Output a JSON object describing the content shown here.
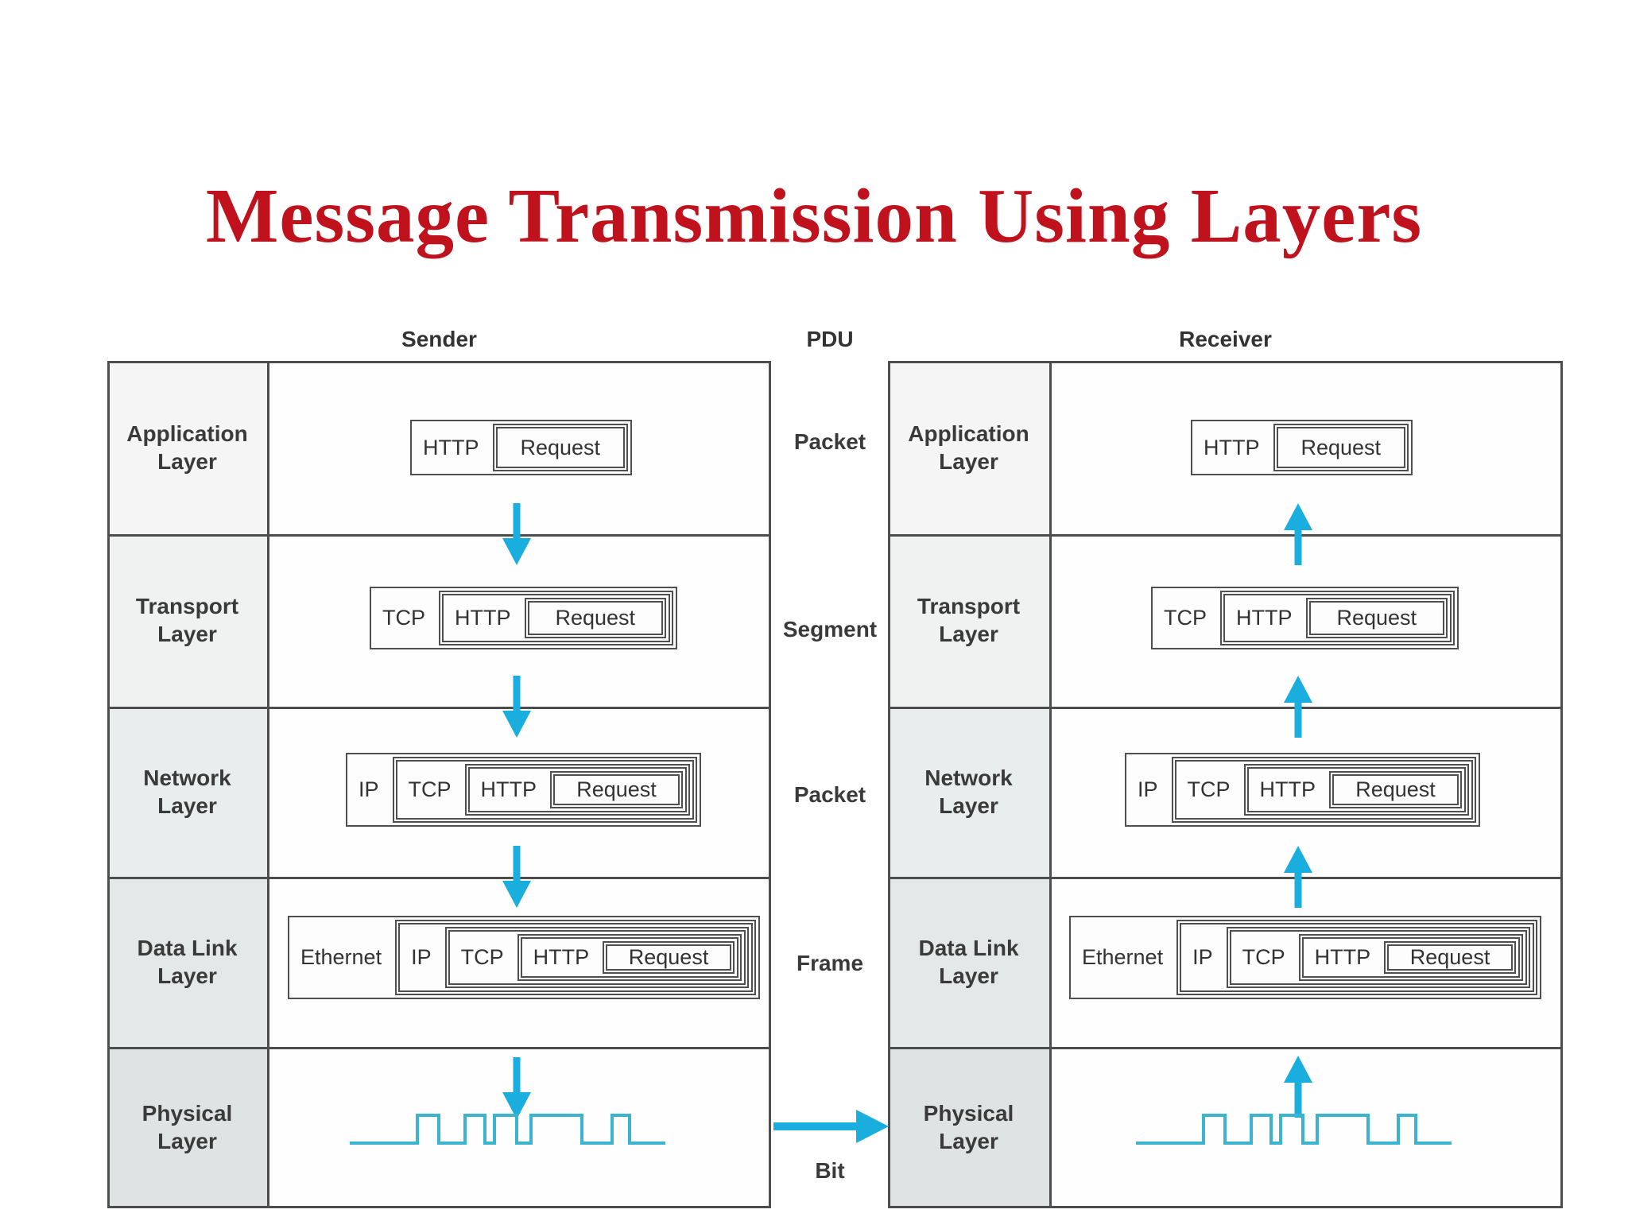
{
  "title": "Message Transmission Using Layers",
  "headers": {
    "sender": "Sender",
    "pdu": "PDU",
    "receiver": "Receiver"
  },
  "rows": [
    {
      "layer_line1": "Application",
      "layer_line2": "Layer",
      "pdu": "Packet",
      "stack": [
        "HTTP",
        "Request"
      ]
    },
    {
      "layer_line1": "Transport",
      "layer_line2": "Layer",
      "pdu": "Segment",
      "stack": [
        "TCP",
        "HTTP",
        "Request"
      ]
    },
    {
      "layer_line1": "Network",
      "layer_line2": "Layer",
      "pdu": "Packet",
      "stack": [
        "IP",
        "TCP",
        "HTTP",
        "Request"
      ]
    },
    {
      "layer_line1": "Data Link",
      "layer_line2": "Layer",
      "pdu": "Frame",
      "stack": [
        "Ethernet",
        "IP",
        "TCP",
        "HTTP",
        "Request"
      ]
    },
    {
      "layer_line1": "Physical",
      "layer_line2": "Layer",
      "pdu": "Bit",
      "stack": []
    }
  ],
  "colors": {
    "title_red": "#c0121c",
    "arrow_cyan": "#1aaede",
    "waveform_cyan": "#3cb4d0",
    "border_dark": "#4d4d4d",
    "text_dark": "#383838"
  }
}
